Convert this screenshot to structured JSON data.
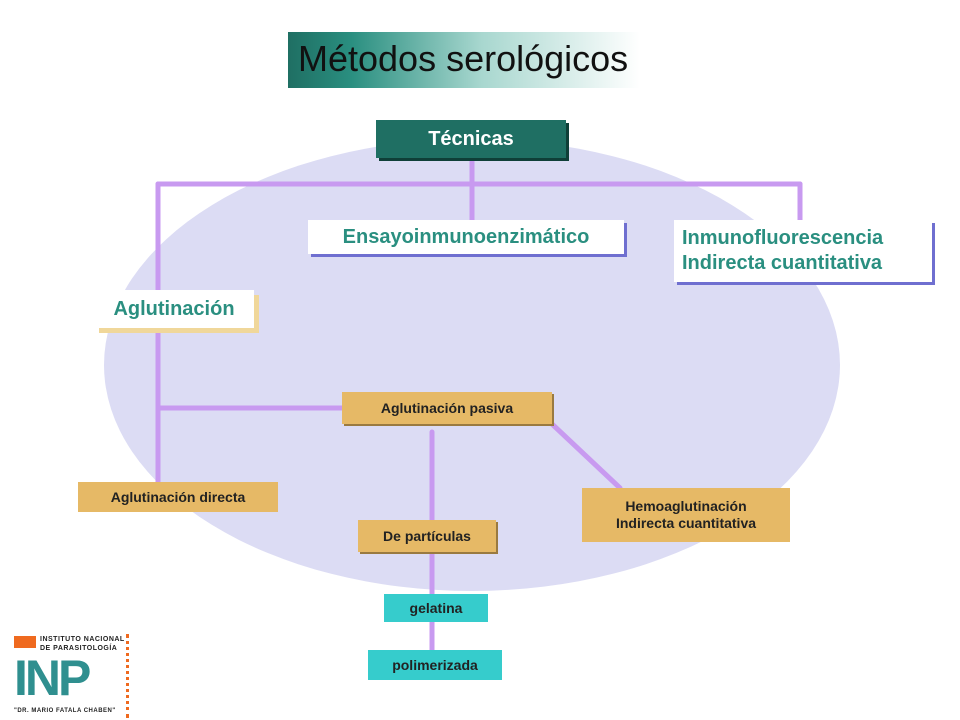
{
  "title": "Métodos serológicos",
  "nodes": {
    "tecnicas": "Técnicas",
    "elisa": "Ensayoinmunoenzimático",
    "ifi_line1": "Inmunofluorescencia",
    "ifi_line2": "Indirecta cuantitativa",
    "aglutinacion": "Aglutinación",
    "aglutinacion_pasiva": "Aglutinación pasiva",
    "aglutinacion_directa": "Aglutinación directa",
    "hemo_line1": "Hemoaglutinación",
    "hemo_line2": "Indirecta cuantitativa",
    "de_particulas": "De partículas",
    "gelatina": "gelatina",
    "polimerizada": "polimerizada"
  },
  "logo": {
    "line1": "INSTITUTO NACIONAL",
    "line2": "DE PARASITOLOGÍA",
    "line3": "\"DR. MARIO FATALA CHABEN\"",
    "letters": "INP"
  },
  "colors": {
    "teal": "#1f6f63",
    "ellipse": "#dcdcf4",
    "connector": "#c89af0",
    "tan": "#e6b966",
    "cyan": "#36cccc",
    "orange": "#ef6a1f"
  }
}
